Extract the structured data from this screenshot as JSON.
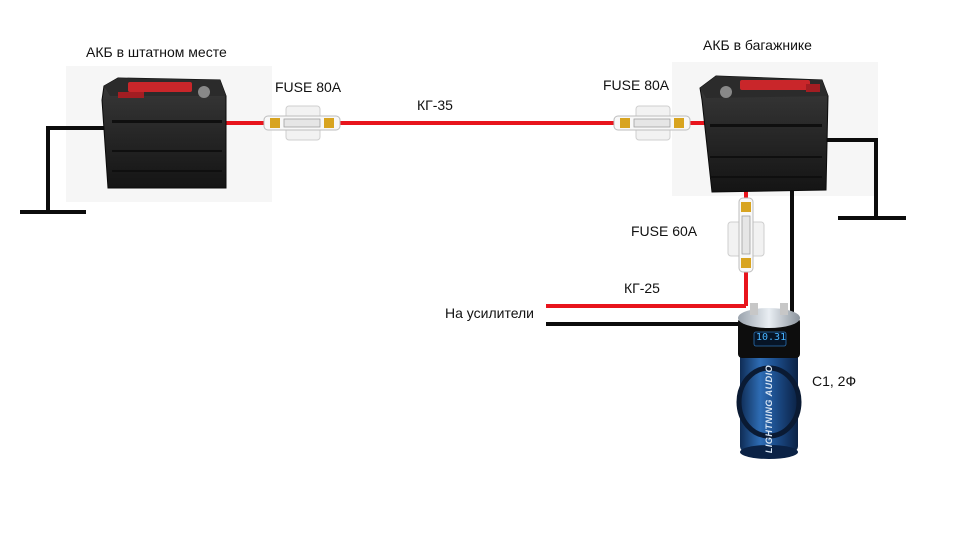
{
  "labels": {
    "battery_front": "АКБ в штатном месте",
    "battery_trunk": "АКБ в багажнике",
    "fuse_front": "FUSE 80A",
    "fuse_trunk": "FUSE 80A",
    "cable_main": "КГ-35",
    "fuse_amp": "FUSE 60A",
    "cable_amp": "КГ-25",
    "amp_output": "На усилители",
    "capacitor": "C1, 2Ф"
  },
  "capacitor_display": "10.31",
  "capacitor_brand": "LIGHTNING AUDIO",
  "colors": {
    "positive_wire": "#e8141c",
    "ground_wire": "#0c0c0c",
    "battery_body": "#1d1d1d",
    "battery_cap": "#c9262a",
    "capacitor_body": "#1f4f8c",
    "capacitor_display": "#49b4ff"
  }
}
